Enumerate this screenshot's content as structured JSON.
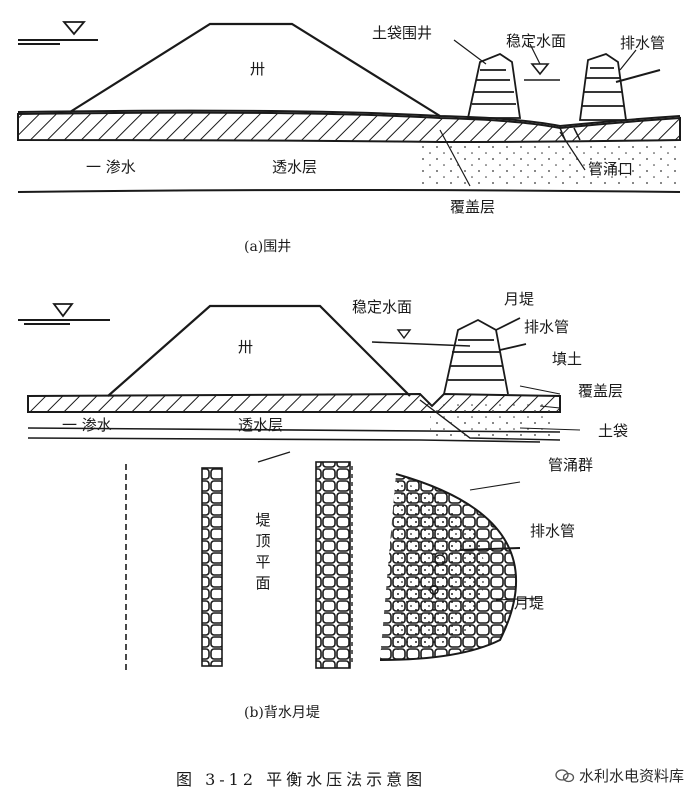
{
  "panel_a": {
    "labels": {
      "embankment": "卅",
      "sandbag_ring_well": "土袋围井",
      "stable_water_surface": "稳定水面",
      "drain_pipe": "排水管",
      "seepage": "一 渗水",
      "permeable_layer": "透水层",
      "boil_mouth": "管涌口",
      "cover_layer": "覆盖层"
    },
    "subtitle": "(a)围井"
  },
  "panel_b": {
    "labels": {
      "embankment": "卅",
      "stable_water_surface": "稳定水面",
      "moon_dike": "月堤",
      "drain_pipe": "排水管",
      "fill_soil": "填土",
      "cover_layer": "覆盖层",
      "seepage": "一 渗水",
      "permeable_layer": "透水层",
      "sandbag": "土袋",
      "boil_group": "管涌群",
      "plan_view": "堤顶平面",
      "plan_drain_pipe": "排水管",
      "plan_moon_dike": "月堤"
    },
    "subtitle": "(b)背水月堤"
  },
  "figure_caption": "图 3-12  平衡水压法示意图",
  "watermark": "水利水电资料库",
  "colors": {
    "ink": "#1a1a1a",
    "paper": "#ffffff"
  }
}
